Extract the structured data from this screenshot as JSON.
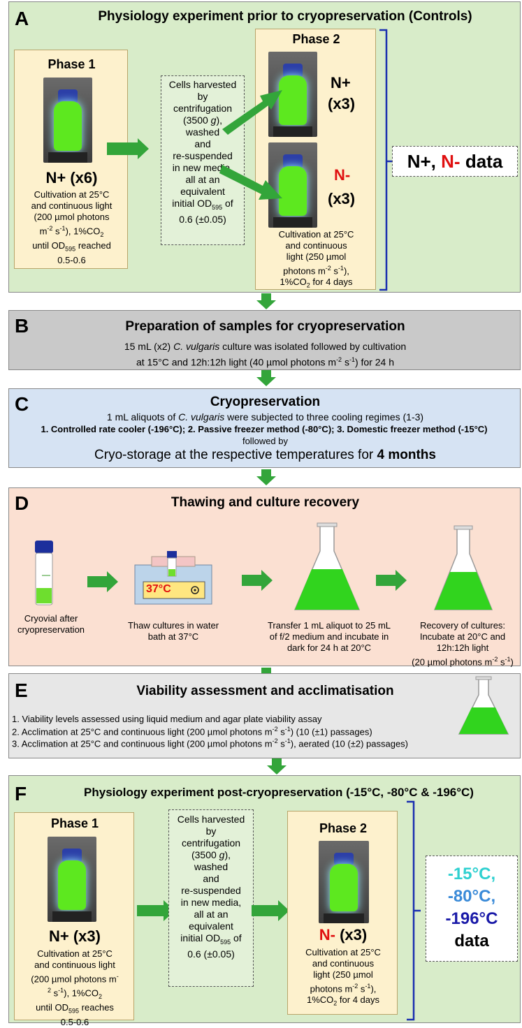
{
  "panelA": {
    "letter": "A",
    "title": "Physiology experiment  prior to cryopreservation (Controls)",
    "phase1": {
      "label": "Phase 1",
      "treatment": "N+ (x6)",
      "desc_l1": "Cultivation at 25°C",
      "desc_l2": "and continuous light",
      "desc_l3a": "(200 µmol photons",
      "desc_l4a": "m",
      "desc_l4sup": "-2",
      "desc_l4b": " s",
      "desc_l4sup2": "-1",
      "desc_l4c": "), 1%CO",
      "desc_l4sub": "2",
      "desc_l5a": "until OD",
      "desc_l5sub": "595",
      "desc_l5b": " reached",
      "desc_l6": "0.5-0.6"
    },
    "harvest": {
      "l1": "Cells harvested",
      "l2": "by",
      "l3": "centrifugation",
      "l4a": "(3500 ",
      "l4i": "g",
      "l4b": "),",
      "l5": "washed",
      "l6": "and",
      "l7": "re-suspended",
      "l8": "in new media,",
      "l9": "all at an",
      "l10": "equivalent",
      "l11a": "initial OD",
      "l11sub": "595",
      "l11b": " of",
      "l12": "0.6 (±0.05)"
    },
    "phase2": {
      "label": "Phase 2",
      "np": "N+",
      "np_n": "(x3)",
      "nm": "N-",
      "nm_n": "(x3)",
      "d1": "Cultivation at 25°C",
      "d2": "and continuous",
      "d3": "light (250 µmol",
      "d4a": "photons m",
      "d4sup": "-2",
      "d4b": " s",
      "d4sup2": "-1",
      "d4c": "),",
      "d5a": "1%CO",
      "d5sub": "2",
      "d5b": " for 4 days"
    },
    "data_np": "N+,",
    "data_nm": "N-",
    "data_word": "data"
  },
  "panelB": {
    "letter": "B",
    "title": "Preparation of samples for cryopreservation",
    "l1a": "15 mL (x2) ",
    "l1i": "C. vulgaris",
    "l1b": " culture was isolated followed by cultivation",
    "l2a": "at 15°C and 12h:12h light (40 µmol photons m",
    "l2sup": "-2",
    "l2b": " s",
    "l2sup2": "-1",
    "l2c": ") for 24 h"
  },
  "panelC": {
    "letter": "C",
    "title": "Cryopreservation",
    "l1a": "1 mL aliquots of ",
    "l1i": "C. vulgaris",
    "l1b": " were subjected to three cooling regimes (1-3)",
    "l2": "1. Controlled rate cooler (-196°C); 2. Passive freezer method (-80°C); 3. Domestic freezer method (-15°C)",
    "l3": "followed by",
    "l4a": "Cryo-storage at the respective temperatures for ",
    "l4b": "4 months"
  },
  "panelD": {
    "letter": "D",
    "title": "Thawing and culture recovery",
    "step1": {
      "l1": "Cryovial after",
      "l2": "cryopreservation"
    },
    "step2": {
      "l1": "Thaw cultures in water",
      "l2": "bath at 37°C",
      "bath": "37°C"
    },
    "step3": {
      "l1": "Transfer 1 mL aliquot to 25 mL",
      "l2": "of f/2 medium and incubate in",
      "l3": "dark for 24 h at 20°C"
    },
    "step4": {
      "l1": "Recovery of cultures:",
      "l2": "Incubate at 20°C and",
      "l3": "12h:12h light",
      "l4a": "(20 µmol photons m",
      "l4sup": "-2",
      "l4b": " s",
      "l4sup2": "-1",
      "l4c": ")"
    }
  },
  "panelE": {
    "letter": "E",
    "title": "Viability assessment and acclimatisation",
    "i1": "1.  Viability levels assessed using liquid medium and agar plate viability assay",
    "i2a": "2.  Acclimation at 25°C and continuous light (200 µmol photons m",
    "i2sup": "-2",
    "i2b": " s",
    "i2sup2": "-1",
    "i2c": ") (10 (±1) passages)",
    "i3a": "3.  Acclimation at 25°C and continuous light (200 µmol photons m",
    "i3sup": "-2",
    "i3b": " s",
    "i3sup2": "-1",
    "i3c": "), aerated (10 (±2) passages)"
  },
  "panelF": {
    "letter": "F",
    "title": "Physiology experiment post-cryopreservation (-15°C, -80°C & -196°C)",
    "phase1": {
      "label": "Phase 1",
      "treatment": "N+ (x3)",
      "d1": "Cultivation at 25°C",
      "d2": "and continuous light",
      "d3a": "(200 µmol photons m",
      "d3sup": "-",
      "d4sup": "2",
      "d4a": " s",
      "d4sup2": "-1",
      "d4b": "), 1%CO",
      "d4sub": "2",
      "d5a": "until OD",
      "d5sub": "595",
      "d5b": " reaches",
      "d6": "0.5-0.6"
    },
    "harvest": {
      "l1": "Cells harvested",
      "l2": "by",
      "l3": "centrifugation",
      "l4a": "(3500 ",
      "l4i": "g",
      "l4b": "),",
      "l5": "washed",
      "l6": "and",
      "l7": "re-suspended",
      "l8": "in new media,",
      "l9": "all at an",
      "l10": "equivalent",
      "l11a": "initial OD",
      "l11sub": "595",
      "l11b": " of",
      "l12": "0.6 (±0.05)"
    },
    "phase2": {
      "label": "Phase 2",
      "nm": "N-",
      "nm_n": " (x3)",
      "d1": "Cultivation at 25°C",
      "d2": "and continuous",
      "d3": "light (250 µmol",
      "d4a": "photons m",
      "d4sup": "-2",
      "d4b": " s",
      "d4sup2": "-1",
      "d4c": "),",
      "d5a": "1%CO",
      "d5sub": "2",
      "d5b": " for 4 days"
    },
    "data": {
      "t1": "-15°C,",
      "t2": "-80°C,",
      "t3": "-196°C",
      "word": "data"
    }
  },
  "colors": {
    "panelA": "#d8ecc9",
    "panelB": "#c9c9c9",
    "panelC": "#d6e3f3",
    "panelD": "#fbe0d2",
    "panelE": "#e7e7e7",
    "panelF": "#d8ecc9",
    "arrow": "#33a53a",
    "bracket": "#1a2fb0",
    "red": "#e01010",
    "cyan": "#2fd0d0",
    "midblue": "#3a8ad8",
    "darkblue": "#1a1aa8"
  }
}
